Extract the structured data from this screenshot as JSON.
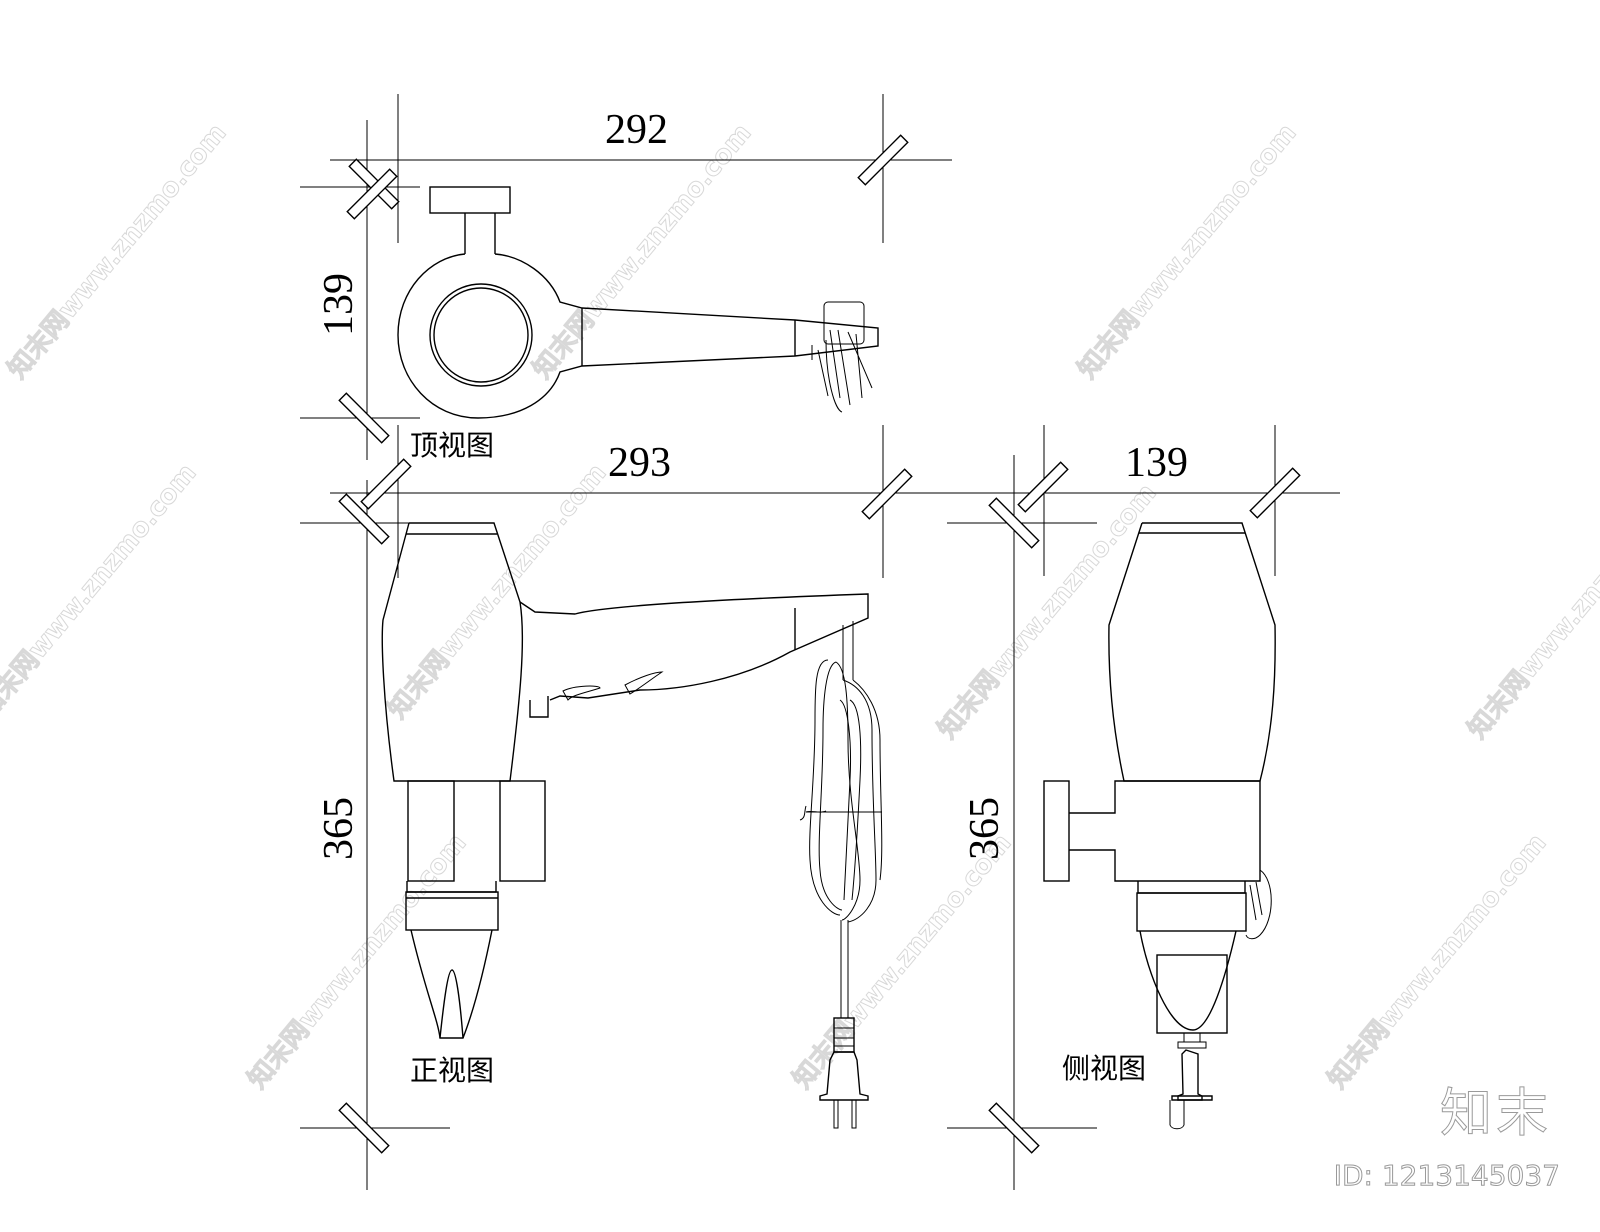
{
  "drawing": {
    "subject": "hair dryer",
    "views": [
      {
        "id": "top",
        "label": "顶视图",
        "dimensions": {
          "width": "292",
          "height": "139"
        }
      },
      {
        "id": "front",
        "label": "正视图",
        "dimensions": {
          "width": "293",
          "height": "365"
        }
      },
      {
        "id": "side",
        "label": "侧视图",
        "dimensions": {
          "width": "139",
          "height": "365"
        }
      }
    ]
  },
  "watermark": {
    "text": "知末网www.znzmo.com",
    "color": "#d8d8d8"
  },
  "brand": {
    "name": "知末",
    "id_label": "ID: 1213145037"
  }
}
